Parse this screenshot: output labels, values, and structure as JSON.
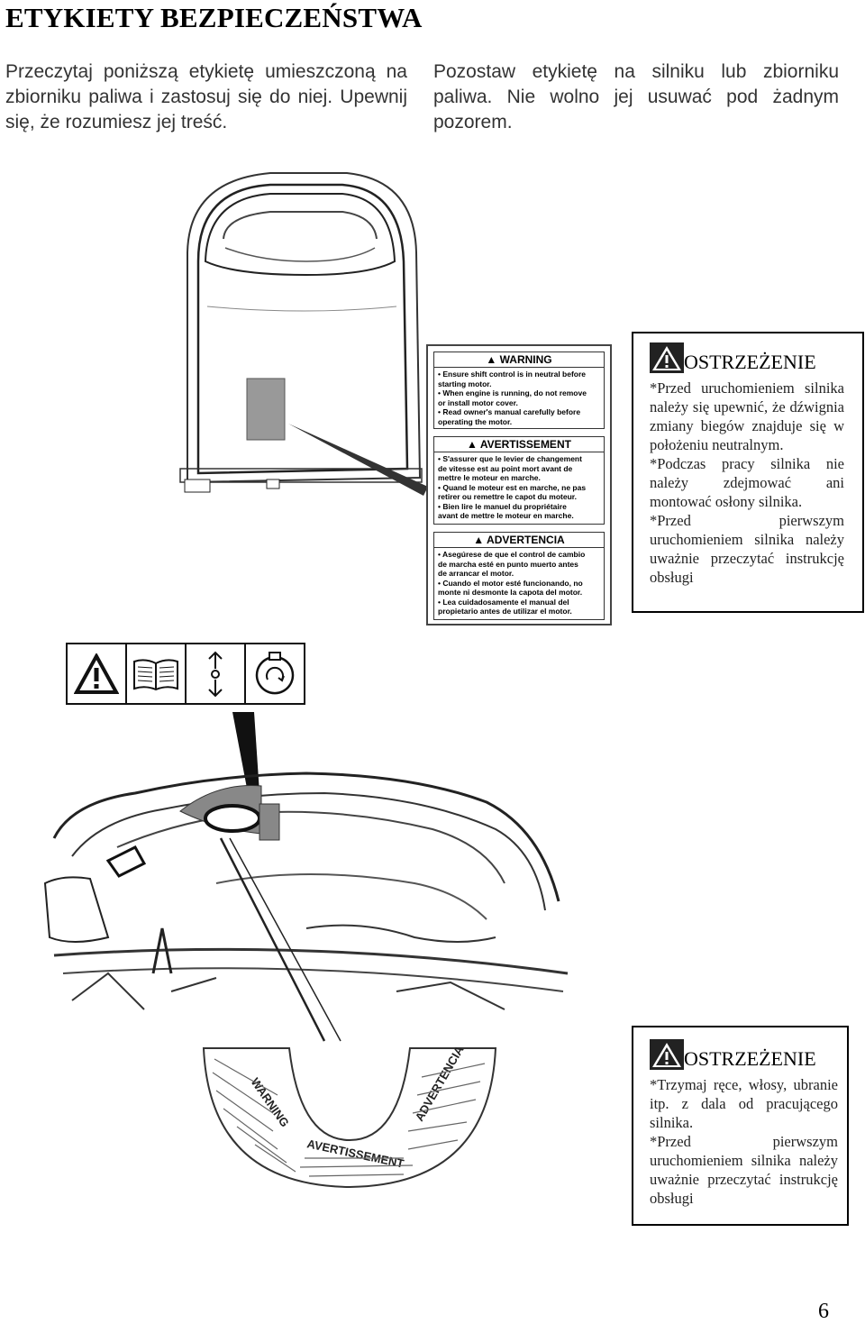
{
  "page": {
    "title": "ETYKIETY BEZPIECZEŃSTWA",
    "intro_left": "Przeczytaj poniższą etykietę umieszczoną na zbiorniku paliwa i zastosuj się do niej. Upewnij się, że rozumiesz jej treść.",
    "intro_right": "Pozostaw etykietę na silniku lub zbiorniku paliwa. Nie wolno jej usuwać pod żadnym pozorem.",
    "page_number": "6"
  },
  "box1": {
    "header": "OSTRZEŻENIE",
    "items": [
      "*Przed uruchomieniem silnika należy się upewnić, że dźwignia zmiany biegów znajduje się w położeniu neutralnym.",
      "*Podczas pracy silnika nie należy zdejmować ani montować osłony silnika.",
      "*Przed pierwszym uruchomieniem silnika należy uważnie przeczytać instrukcję obsługi"
    ],
    "icon": "warning-triangle-icon"
  },
  "box2": {
    "header": "OSTRZEŻENIE",
    "items": [
      "*Trzymaj ręce, włosy, ubranie itp. z dala od pracującego silnika.",
      "*Przed pierwszym uruchomieniem silnika należy uważnie przeczytać instrukcję obsługi"
    ],
    "icon": "warning-triangle-icon"
  },
  "label_card": {
    "warning": {
      "head": "WARNING",
      "lines": [
        "• Ensure shift control is in neutral before",
        "  starting motor.",
        "• When engine is running, do not remove",
        "  or install motor cover.",
        "• Read owner's manual carefully before",
        "  operating the motor."
      ]
    },
    "avertissement": {
      "head": "AVERTISSEMENT",
      "lines": [
        "• S'assurer que le levier de changement",
        "  de vitesse est au point mort avant de",
        "  mettre le moteur en marche.",
        "• Quand le moteur est en marche, ne pas",
        "  retirer ou remettre le capot du moteur.",
        "• Bien lire le manuel du propriétaire",
        "  avant de mettre le moteur en marche."
      ]
    },
    "advertencia": {
      "head": "ADVERTENCIA",
      "lines": [
        "• Asegúrese de que el control de cambio",
        "  de marcha esté en punto muerto antes",
        "  de arrancar el motor.",
        "• Cuando el motor esté funcionando, no",
        "  monte ni desmonte la capota del motor.",
        "• Lea cuidadosamente el manual del",
        "  propietario antes de utilizar el motor."
      ]
    }
  },
  "arc_label": {
    "warning": "WARNING",
    "avertissement": "AVERTISSEMENT",
    "advertencia": "ADVERTENCIA"
  },
  "icon_strip": {
    "icons": [
      "warning-triangle-icon",
      "book-icon",
      "shift-arrows-icon",
      "rotation-icon"
    ]
  }
}
